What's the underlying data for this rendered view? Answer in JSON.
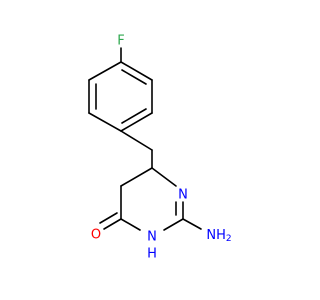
{
  "molecule": {
    "atoms": {
      "fluorine": "F",
      "oxygen": "O",
      "ring_nitrogen": "N",
      "nh_nitrogen": "N",
      "nh_hydrogen": "H",
      "amino": "NH",
      "amino_sub": "2"
    },
    "colors": {
      "bond": "#000000",
      "fluorine": "#2fa84f",
      "oxygen": "#ff0000",
      "nitrogen": "#0000ff"
    }
  }
}
